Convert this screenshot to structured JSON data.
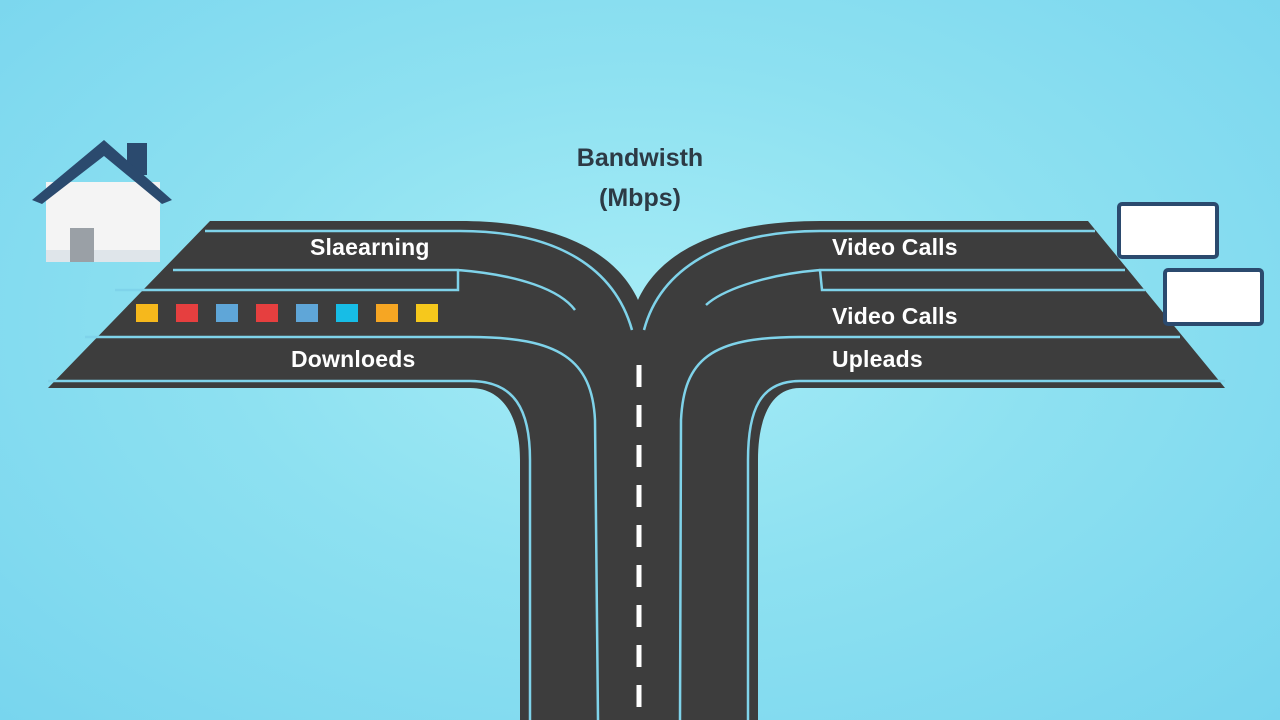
{
  "title": {
    "line1": "Bandwisth",
    "line2": "(Mbps)"
  },
  "lanes": {
    "left": [
      "Slaearning",
      "Downloeds"
    ],
    "right": [
      "Video Calls",
      "Video Calls",
      "Upleads"
    ]
  },
  "data_packets": [
    "#f6b81c",
    "#e63f3f",
    "#5fa6d8",
    "#e63f3f",
    "#5fa6d8",
    "#17bde6",
    "#f6a623",
    "#f6c81c"
  ],
  "colors": {
    "sky": "#8ee1f1",
    "road": "#3d3d3d",
    "lane_line": "#7fd3ea",
    "house_roof": "#2b4a6e",
    "house_wall": "#f4f4f4",
    "house_door": "#9aa0a6",
    "device_frame": "#2b4a6e"
  },
  "icons": [
    "house-icon",
    "device-screen-icon",
    "device-screen-icon"
  ]
}
